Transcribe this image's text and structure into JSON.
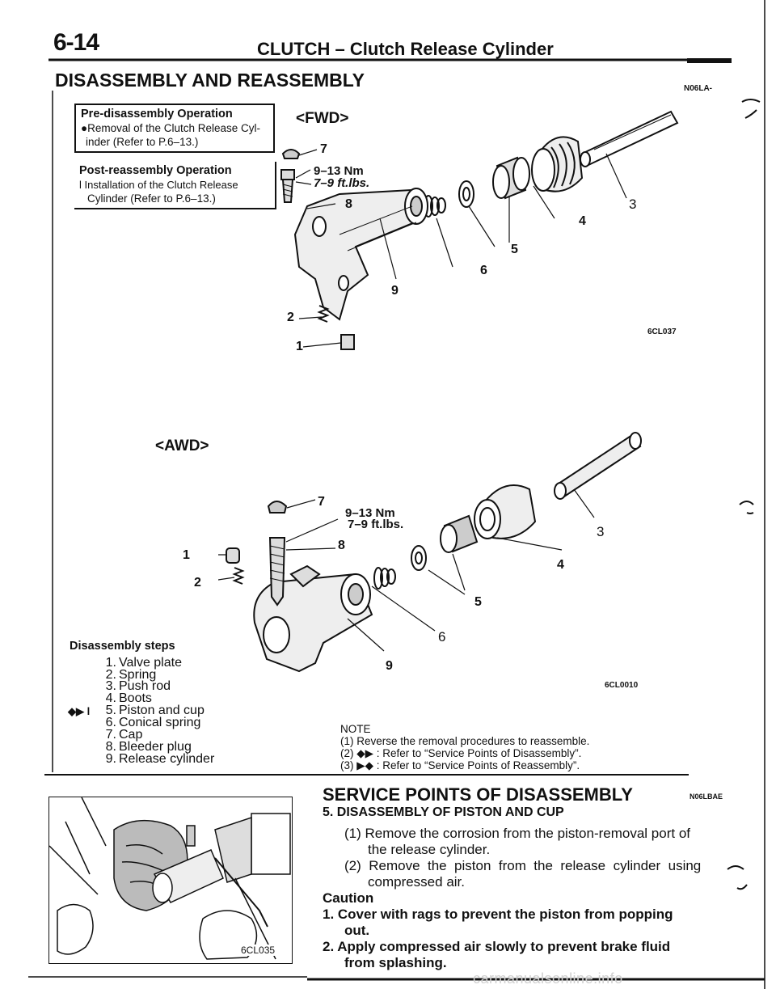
{
  "header": {
    "page_number": "6-14",
    "title": "CLUTCH – Clutch Release Cylinder",
    "section_title": "DISASSEMBLY AND REASSEMBLY",
    "section_code": "N06LA-"
  },
  "pre_disassembly": {
    "title": "Pre-disassembly Operation",
    "line1": "●Removal of the Clutch Release Cyl-",
    "line2": "inder (Refer to P.6–13.)"
  },
  "post_reassembly": {
    "title": "Post-reassembly  Operation",
    "line1": "l    Installation of the Clutch Release",
    "line2": "Cylinder (Refer to P.6–13.)"
  },
  "fwd_figure": {
    "label": "<FWD>",
    "torque_line1": "9–13 Nm",
    "torque_line2": "7–9 ft.lbs.",
    "figure_code": "6CL037",
    "callouts": {
      "n1": "1",
      "n2": "2",
      "n3": "3",
      "n4": "4",
      "n5": "5",
      "n6": "6",
      "n7": "7",
      "n8": "8",
      "n9": "9"
    }
  },
  "awd_figure": {
    "label": "<AWD>",
    "torque_line1": "9–13 Nm",
    "torque_line2": "7–9 ft.lbs.",
    "figure_code": "6CL0010",
    "callouts": {
      "n1": "1",
      "n2": "2",
      "n3": "3",
      "n4": "4",
      "n5": "5",
      "n6": "6",
      "n7": "7",
      "n8": "8",
      "n9": "9"
    }
  },
  "disassembly": {
    "heading": "Disassembly  steps",
    "steps": [
      {
        "num": "1.",
        "label": "Valve plate"
      },
      {
        "num": "2.",
        "label": "Spring"
      },
      {
        "num": "3.",
        "label": "Push rod"
      },
      {
        "num": "4.",
        "label": "Boots"
      },
      {
        "num": "5.",
        "label": "Piston and cup"
      },
      {
        "num": "6.",
        "label": "Conical spring"
      },
      {
        "num": "7.",
        "label": "Cap"
      },
      {
        "num": "8.",
        "label": "Bleeder plug"
      },
      {
        "num": "9.",
        "label": "Release cylinder"
      }
    ],
    "step5_marks": "◆▶  l"
  },
  "note": {
    "title": "NOTE",
    "line1": "(1) Reverse the removal procedures to reassemble.",
    "line2": "(2) ◆▶ : Refer to “Service Points of Disassembly”.",
    "line3": "(3) ▶◆ : Refer to “Service Points of Reassembly”."
  },
  "service_points": {
    "title": "SERVICE POINTS OF DISASSEMBLY",
    "code": "N06LBAE",
    "subtitle": "5. DISASSEMBLY OF PISTON AND CUP",
    "para1_line1": "(1) Remove the corrosion from the piston-removal port of",
    "para1_line2": "the release cylinder.",
    "para2_line1": "(2)  Remove  the  piston  from  the  release  cylinder  using",
    "para2_line2": "compressed air.",
    "caution_title": "Caution",
    "caution1_line1": "1.  Cover with rags to prevent the piston from popping",
    "caution1_line2": "out.",
    "caution2_line1": "2.  Apply compressed air slowly to prevent brake fluid",
    "caution2_line2": "from splashing.",
    "photo_code": "6CL035"
  },
  "watermark": "carmanualsonline.info"
}
